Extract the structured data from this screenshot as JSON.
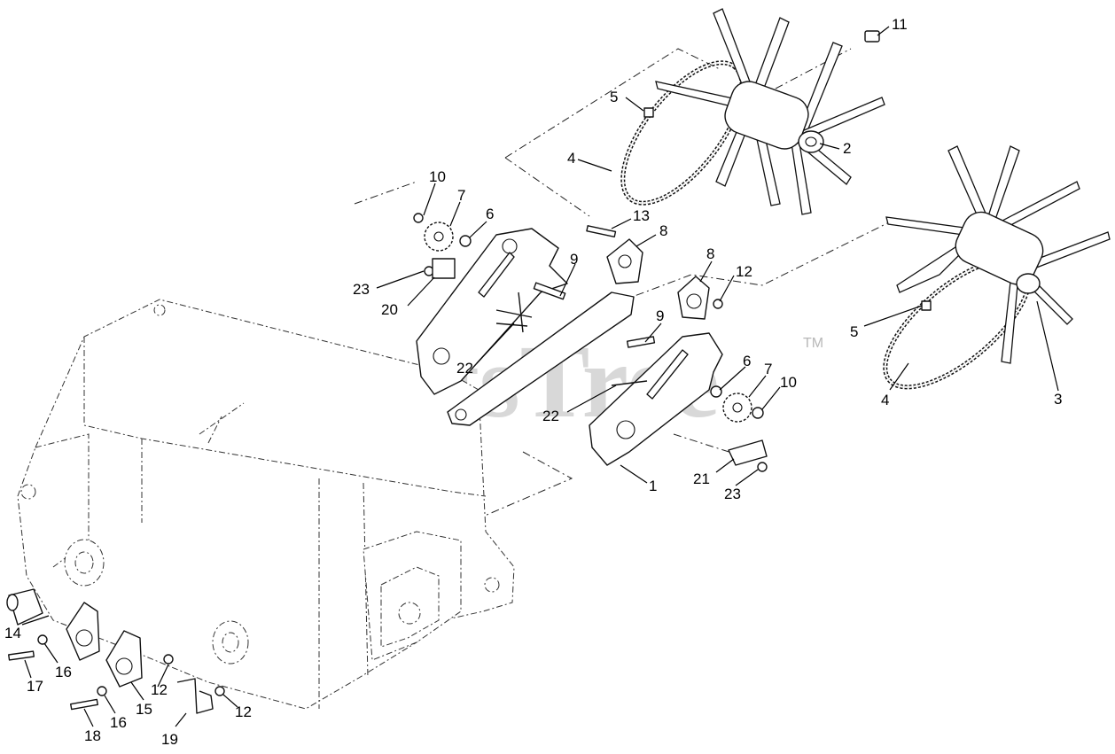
{
  "watermark": {
    "text": "PartsTree",
    "mark": "TM"
  },
  "callouts": [
    {
      "id": "c11a",
      "label": "11"
    },
    {
      "id": "c5a",
      "label": "5"
    },
    {
      "id": "c2",
      "label": "2"
    },
    {
      "id": "c4a",
      "label": "4"
    },
    {
      "id": "c10a",
      "label": "10"
    },
    {
      "id": "c7a",
      "label": "7"
    },
    {
      "id": "c6a",
      "label": "6"
    },
    {
      "id": "c13",
      "label": "13"
    },
    {
      "id": "c8a",
      "label": "8"
    },
    {
      "id": "c9a",
      "label": "9"
    },
    {
      "id": "c23a",
      "label": "23"
    },
    {
      "id": "c20",
      "label": "20"
    },
    {
      "id": "c8b",
      "label": "8"
    },
    {
      "id": "c12a",
      "label": "12"
    },
    {
      "id": "c9b",
      "label": "9"
    },
    {
      "id": "c22a",
      "label": "22"
    },
    {
      "id": "c6b",
      "label": "6"
    },
    {
      "id": "c7b",
      "label": "7"
    },
    {
      "id": "c10b",
      "label": "10"
    },
    {
      "id": "c22b",
      "label": "22"
    },
    {
      "id": "c5b",
      "label": "5"
    },
    {
      "id": "c4b",
      "label": "4"
    },
    {
      "id": "c3",
      "label": "3"
    },
    {
      "id": "c1",
      "label": "1"
    },
    {
      "id": "c21",
      "label": "21"
    },
    {
      "id": "c23b",
      "label": "23"
    },
    {
      "id": "c14",
      "label": "14"
    },
    {
      "id": "c16a",
      "label": "16"
    },
    {
      "id": "c17",
      "label": "17"
    },
    {
      "id": "c12b",
      "label": "12"
    },
    {
      "id": "c15",
      "label": "15"
    },
    {
      "id": "c16b",
      "label": "16"
    },
    {
      "id": "c18",
      "label": "18"
    },
    {
      "id": "c12c",
      "label": "12"
    },
    {
      "id": "c19",
      "label": "19"
    }
  ]
}
